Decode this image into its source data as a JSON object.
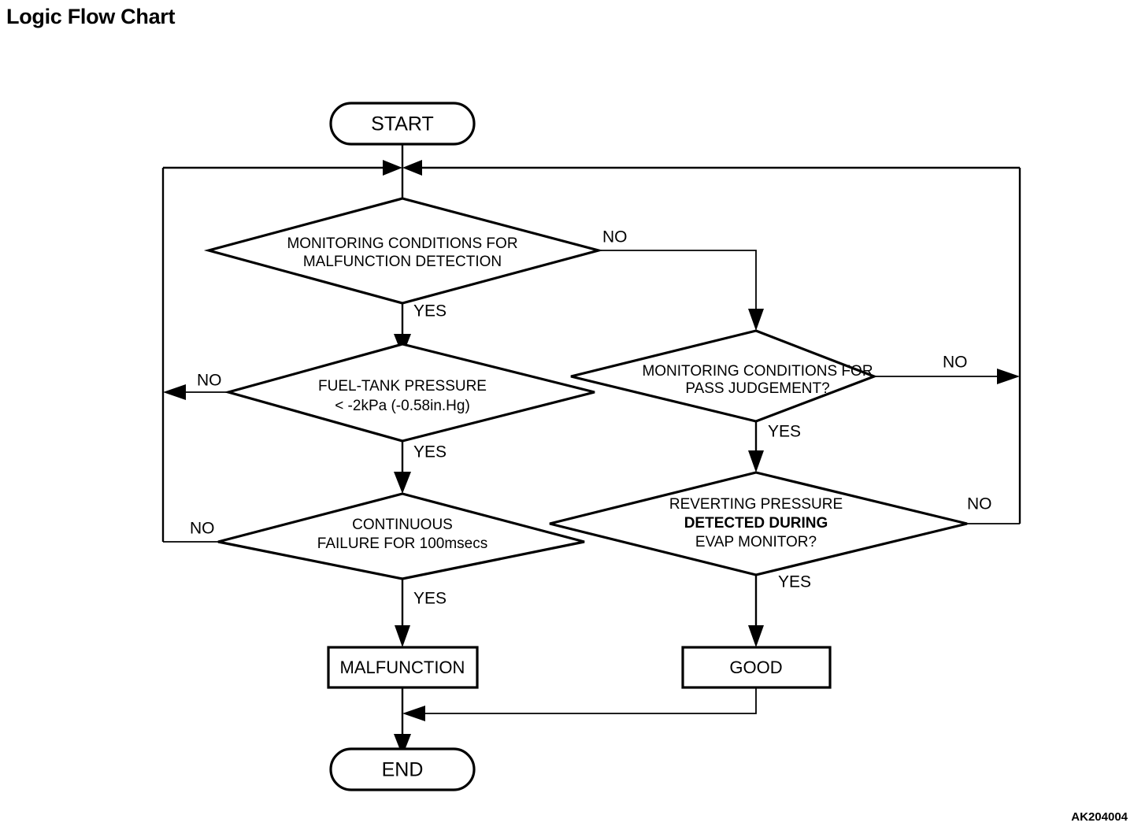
{
  "document": {
    "title": "Logic Flow Chart",
    "figure_code": "AK204004"
  },
  "colors": {
    "background": "#ffffff",
    "ink": "#000000"
  },
  "chart_data": {
    "type": "diagram",
    "title": "Logic Flow Chart",
    "nodes": [
      {
        "id": "start",
        "shape": "terminator",
        "label": "START"
      },
      {
        "id": "d1",
        "shape": "decision",
        "lines": [
          "MONITORING CONDITIONS FOR",
          "MALFUNCTION DETECTION"
        ]
      },
      {
        "id": "d2",
        "shape": "decision",
        "lines": [
          "FUEL-TANK PRESSURE",
          "< -2kPa (-0.58in.Hg)"
        ]
      },
      {
        "id": "d3",
        "shape": "decision",
        "lines": [
          "CONTINUOUS",
          "FAILURE FOR 100msecs"
        ]
      },
      {
        "id": "d4",
        "shape": "decision",
        "lines": [
          "MONITORING CONDITIONS FOR",
          "PASS JUDGEMENT?"
        ]
      },
      {
        "id": "d5",
        "shape": "decision",
        "lines": [
          "REVERTING PRESSURE",
          "DETECTED DURING",
          "EVAP MONITOR?"
        ]
      },
      {
        "id": "malfunction",
        "shape": "process",
        "label": "MALFUNCTION"
      },
      {
        "id": "good",
        "shape": "process",
        "label": "GOOD"
      },
      {
        "id": "end",
        "shape": "terminator",
        "label": "END"
      }
    ],
    "edges": [
      {
        "from": "start",
        "to": "d1",
        "label": ""
      },
      {
        "from": "d1",
        "to": "d2",
        "label": "YES"
      },
      {
        "from": "d1",
        "to": "d4",
        "label": "NO"
      },
      {
        "from": "d2",
        "to": "d3",
        "label": "YES"
      },
      {
        "from": "d2",
        "to": "d1",
        "label": "NO"
      },
      {
        "from": "d3",
        "to": "malfunction",
        "label": "YES"
      },
      {
        "from": "d3",
        "to": "d1",
        "label": "NO"
      },
      {
        "from": "d4",
        "to": "d5",
        "label": "YES"
      },
      {
        "from": "d4",
        "to": "d1",
        "label": "NO"
      },
      {
        "from": "d5",
        "to": "good",
        "label": "YES"
      },
      {
        "from": "d5",
        "to": "d1",
        "label": "NO"
      },
      {
        "from": "malfunction",
        "to": "end",
        "label": ""
      },
      {
        "from": "good",
        "to": "end",
        "label": ""
      }
    ]
  },
  "nodes": {
    "start": {
      "label": "START"
    },
    "end": {
      "label": "END"
    },
    "malfunction": {
      "label": "MALFUNCTION"
    },
    "good": {
      "label": "GOOD"
    },
    "d1": {
      "line1": "MONITORING CONDITIONS FOR",
      "line2": "MALFUNCTION DETECTION"
    },
    "d2": {
      "line1": "FUEL-TANK PRESSURE",
      "line2": "< -2kPa (-0.58in.Hg)"
    },
    "d3": {
      "line1": "CONTINUOUS",
      "line2": "FAILURE FOR 100msecs"
    },
    "d4": {
      "line1": "MONITORING CONDITIONS FOR",
      "line2": "PASS JUDGEMENT?"
    },
    "d5": {
      "line1": "REVERTING PRESSURE",
      "line2": "DETECTED DURING",
      "line3": "EVAP MONITOR?"
    }
  },
  "labels": {
    "d1_yes": "YES",
    "d1_no": "NO",
    "d2_yes": "YES",
    "d2_no": "NO",
    "d3_yes": "YES",
    "d3_no": "NO",
    "d4_yes": "YES",
    "d4_no": "NO",
    "d5_yes": "YES",
    "d5_no": "NO"
  }
}
